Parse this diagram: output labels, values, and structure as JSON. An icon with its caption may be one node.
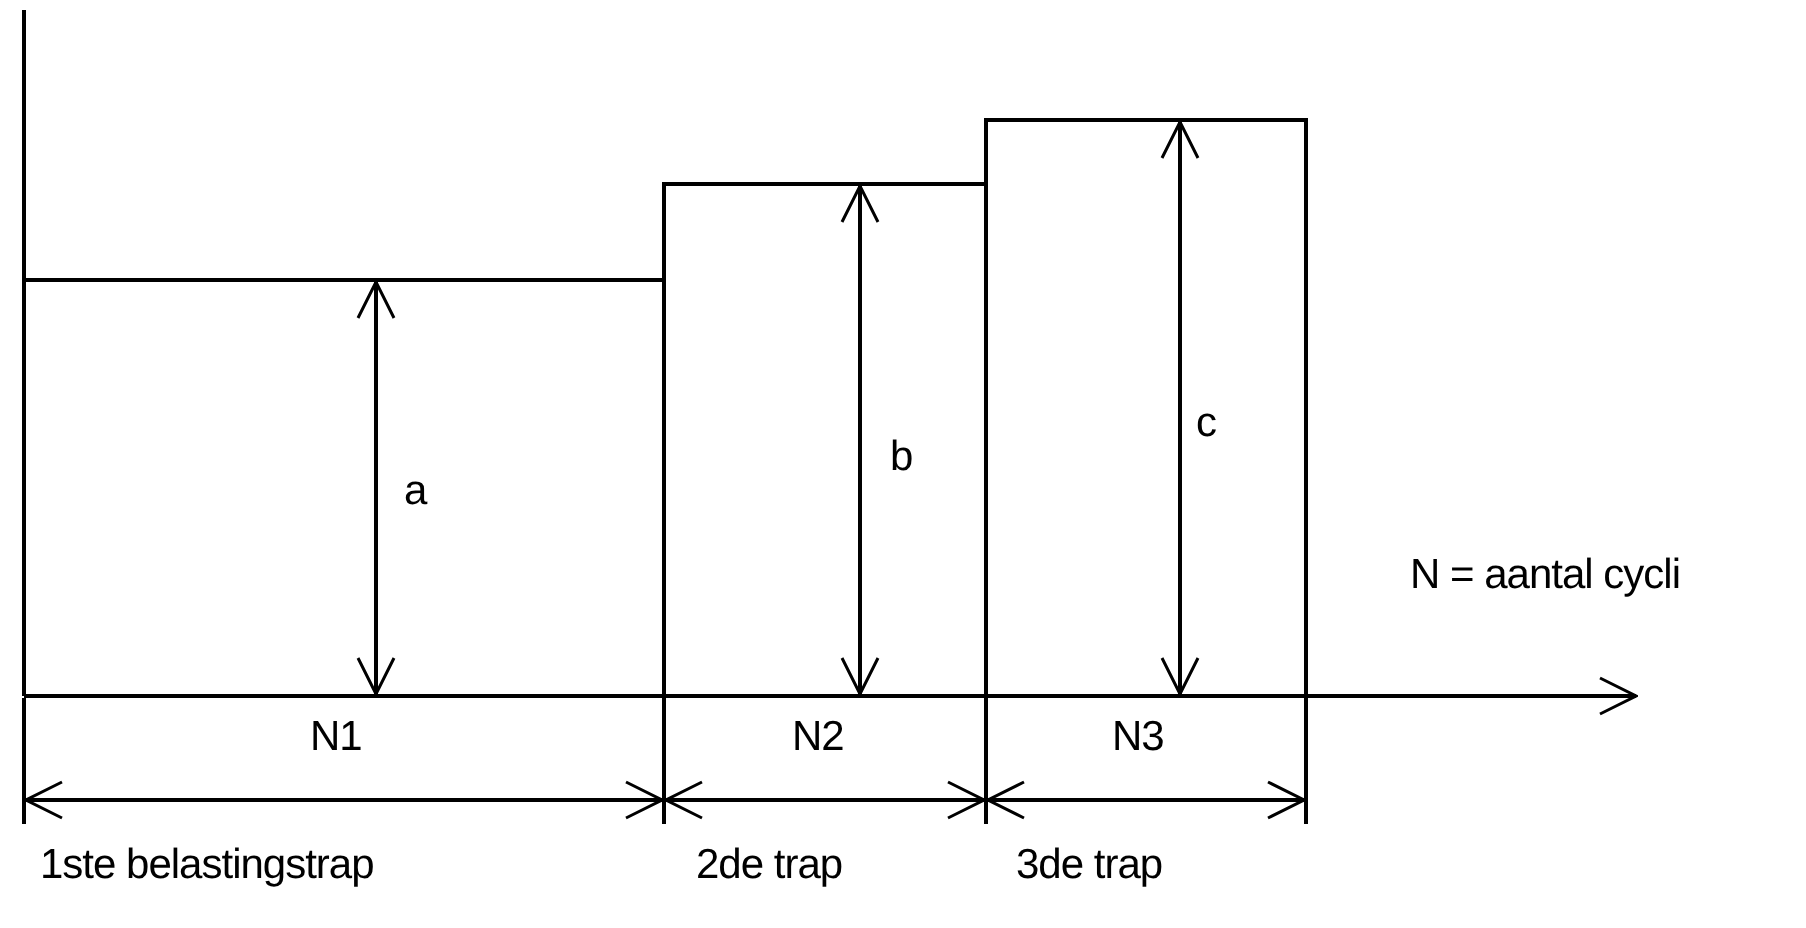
{
  "diagram": {
    "labels": [
      "c",
      "b",
      "a",
      "N = aantal cycli",
      "N1",
      "N2",
      "N3",
      "1ste belastingstrap",
      "2de trap",
      "3de trap"
    ]
  }
}
